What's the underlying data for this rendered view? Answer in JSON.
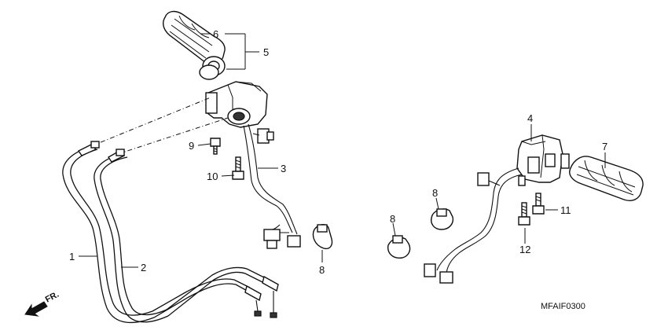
{
  "callouts": {
    "c1": "1",
    "c2": "2",
    "c3": "3",
    "c4": "4",
    "c5": "5",
    "c6": "6",
    "c7": "7",
    "c8a": "8",
    "c8b": "8",
    "c8c": "8",
    "c9": "9",
    "c10": "10",
    "c11": "11",
    "c12": "12"
  },
  "direction_label": "FR.",
  "diagram_code": "MFAIF0300"
}
